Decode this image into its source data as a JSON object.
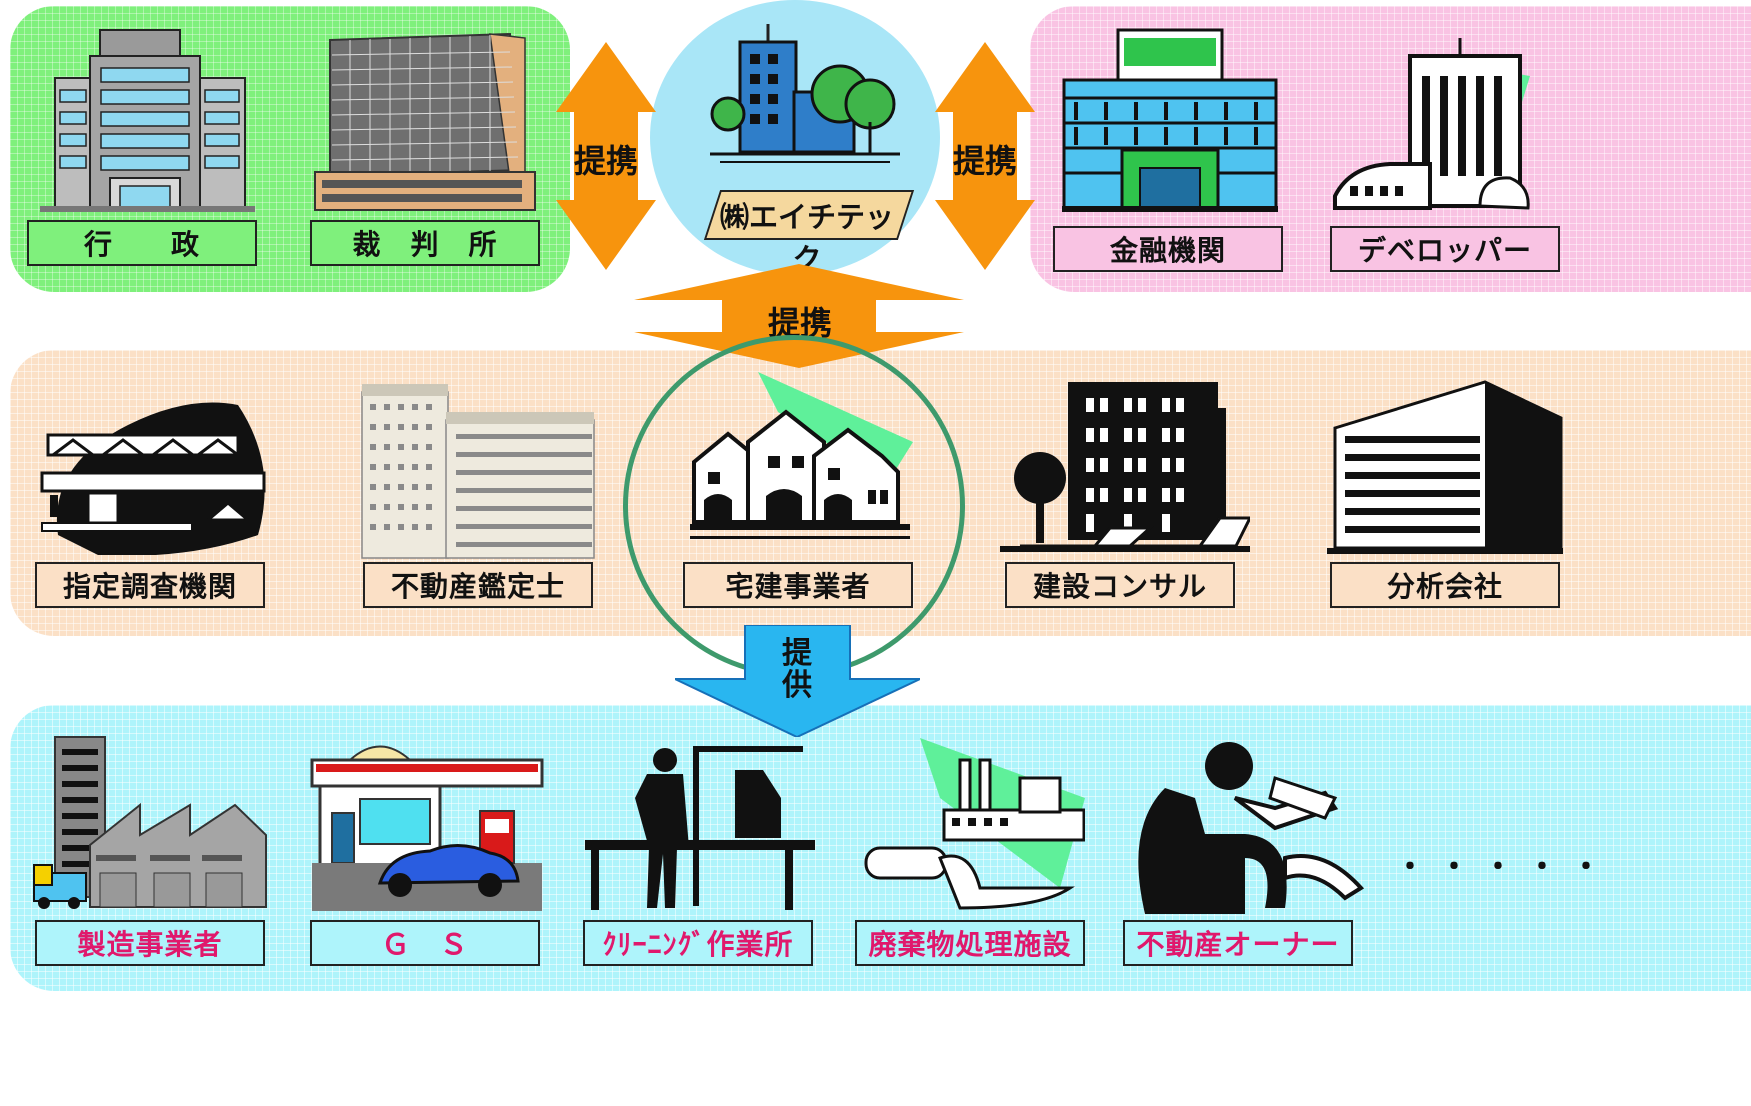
{
  "center_company": "㈱エイチテック",
  "partnership_label": "提携",
  "provide_label": "提供",
  "top_left_labels": [
    "行　　政",
    "裁　判　所"
  ],
  "top_right_labels": [
    "金融機関",
    "デベロッパー"
  ],
  "middle_labels": [
    "指定調査機関",
    "不動産鑑定士",
    "宅建事業者",
    "建設コンサル",
    "分析会社"
  ],
  "bottom_labels": [
    "製造事業者",
    "Ｇ　Ｓ",
    "ｸﾘｰﾆﾝｸﾞ作業所",
    "廃棄物処理施設",
    "不動産オーナー"
  ],
  "bottom_more": "・・・・・",
  "colors": {
    "green_panel": "#7ff07c",
    "pink_panel": "#f9c3e3",
    "peach_panel": "#fbe0c6",
    "cyan_panel": "#aef4fb",
    "orange_arrow": "#f7940d",
    "blue_arrow": "#29b6f0",
    "center_circle": "#a9e6f7",
    "circle_ring": "#3e9a6c",
    "bottom_label_text": "#e0186c"
  },
  "icons": [
    "government-building-icon",
    "courthouse-icon",
    "company-building-icon",
    "bank-icon",
    "developer-building-icon",
    "survey-office-icon",
    "appraiser-buildings-icon",
    "houses-icon",
    "construction-building-icon",
    "analysis-office-icon",
    "factory-icon",
    "gas-station-icon",
    "cleaning-workshop-icon",
    "waste-plant-icon",
    "property-owner-icon"
  ]
}
